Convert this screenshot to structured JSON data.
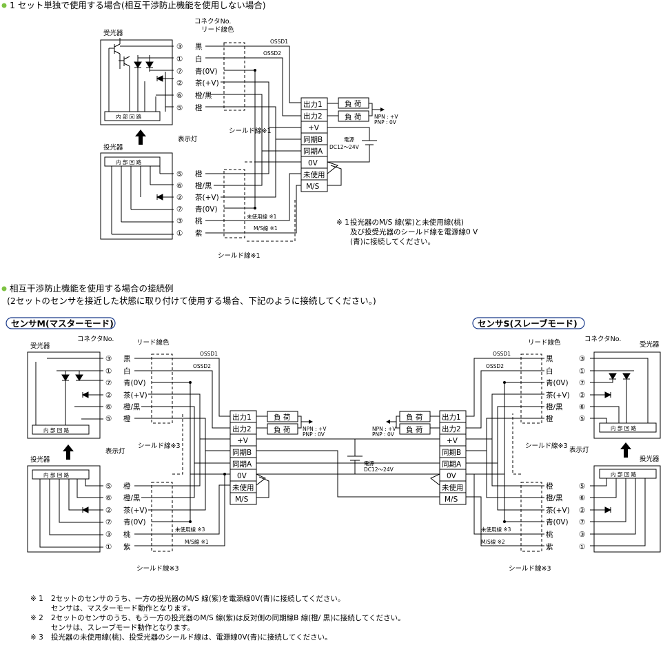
{
  "section1": {
    "title": "1 セット単独で使用する場合(相互干渉防止機能を使用しない場合)",
    "receiver_label": "受光器",
    "emitter_label": "投光器",
    "internal_circuit": "内 部 回 路",
    "indicator": "表示灯",
    "connector_no": "コネクタNo.",
    "lead_color": "リード線色",
    "shield": "シールド線※1",
    "rx_wires": [
      {
        "no": "③",
        "color": "黒"
      },
      {
        "no": "①",
        "color": "白"
      },
      {
        "no": "⑦",
        "color": "青(0V)"
      },
      {
        "no": "②",
        "color": "茶(+V)"
      },
      {
        "no": "⑥",
        "color": "橙/黒"
      },
      {
        "no": "⑤",
        "color": "橙"
      }
    ],
    "tx_wires": [
      {
        "no": "⑤",
        "color": "橙"
      },
      {
        "no": "⑥",
        "color": "橙/黒"
      },
      {
        "no": "②",
        "color": "茶(+V)"
      },
      {
        "no": "⑦",
        "color": "青(0V)"
      },
      {
        "no": "③",
        "color": "桃"
      },
      {
        "no": "①",
        "color": "紫"
      }
    ],
    "ossd1": "OSSD1",
    "ossd2": "OSSD2",
    "terminals": [
      "出力1",
      "出力2",
      "+V",
      "同期B",
      "同期A",
      "0V",
      "未使用",
      "M/S"
    ],
    "load": "負 荷",
    "npn": "NPN : +V",
    "pnp": "PNP : 0V",
    "power": "電源",
    "power_v": "DC12〜24V",
    "unused_wire": "未使用線 ※1",
    "ms_wire": "M/S線 ※1",
    "note_mark": "※ 1",
    "note_line1": "投光器のM/S 線(紫)と未使用線(桃)",
    "note_line2": "及び投受光器のシールド線を電源線0 V",
    "note_line3": "(青)に接続してください。"
  },
  "section2": {
    "title": "相互干渉防止機能を使用する場合の接続例",
    "subtitle": "(2セットのセンサを接近した状態に取り付けて使用する場合、下記のように接続してください。)",
    "master_label": "センサM(マスターモード)",
    "slave_label": "センサS(スレーブモード)",
    "shield": "シールド線※3",
    "unused_wire": "未使用線 ※3",
    "ms_wire_master": "M/S線 ※1",
    "ms_wire_slave": "M/S線 ※2",
    "notes": [
      {
        "mark": "※ 1",
        "line1": "2セットのセンサのうち、一方の投光器のM/S 線(紫)を電源線0V(青)に接続してください。",
        "line2": "センサは、マスターモード動作となります。"
      },
      {
        "mark": "※ 2",
        "line1": "2セットのセンサのうち、もう一方の投光器のM/S 線(紫)は反対側の同期線B 線(橙/ 黒)に接続してください。",
        "line2": "センサは、スレーブモード動作となります。"
      },
      {
        "mark": "※ 3",
        "line1": "投光器の未使用線(桃)、投受光器のシールド線は、電源線0V(青)に接続してください。",
        "line2": ""
      }
    ]
  },
  "colors": {
    "bullet": "#7dc242",
    "label_border": "#1a3a8a",
    "line": "#000000"
  }
}
